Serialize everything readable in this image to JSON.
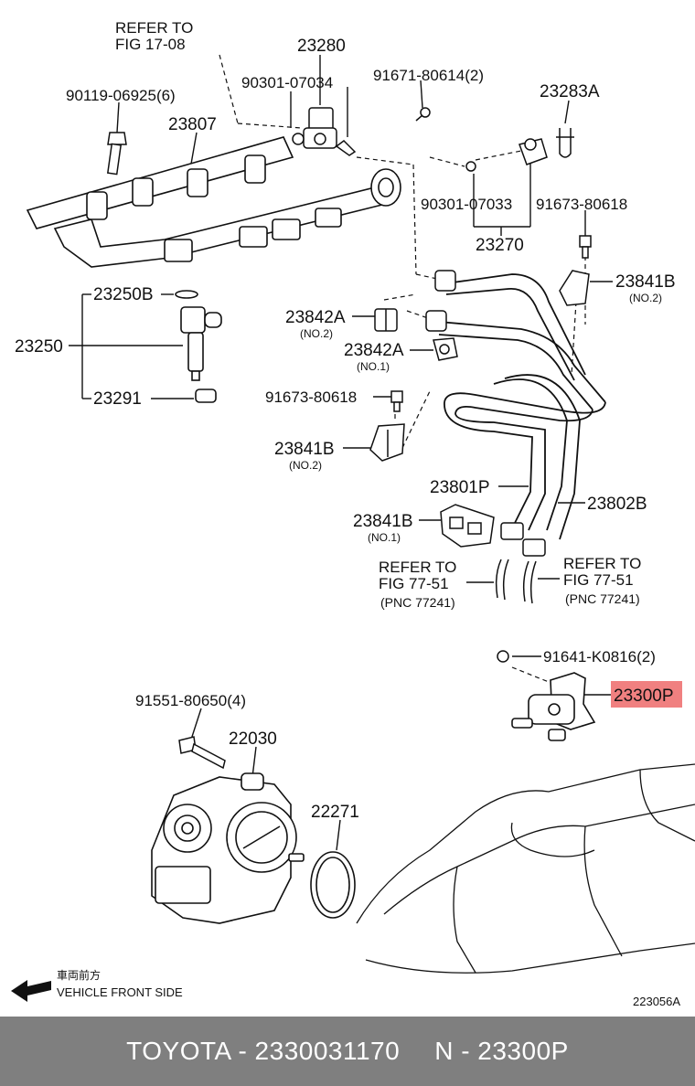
{
  "diagram": {
    "labels": {
      "refer_fig_17": [
        "REFER TO",
        "FIG 17-08"
      ],
      "p23280": "23280",
      "p90301_07034": "90301-07034",
      "p91671": "91671-80614(2)",
      "p23283a": "23283A",
      "p90119": "90119-06925(6)",
      "p23807": "23807",
      "p90301_07033": "90301-07033",
      "p91673_a": "91673-80618",
      "p23270": "23270",
      "p23250b": "23250B",
      "p23250": "23250",
      "p23291": "23291",
      "p23842a_no2": "23842A",
      "sub_no2_a": "(NO.2)",
      "p23842a_no1": "23842A",
      "sub_no1_a": "(NO.1)",
      "p23841b_r": "23841B",
      "sub_no2_r": "(NO.2)",
      "p91673_b": "91673-80618",
      "p23841b_no2": "23841B",
      "sub_no2_b": "(NO.2)",
      "p23801p": "23801P",
      "p23802b": "23802B",
      "p23841b_no1": "23841B",
      "sub_no1_b": "(NO.1)",
      "refer_77_left": [
        "REFER TO",
        "FIG 77-51",
        "(PNC 77241)"
      ],
      "refer_77_right": [
        "REFER TO",
        "FIG 77-51",
        "(PNC 77241)"
      ],
      "p91641": "91641-K0816(2)",
      "p23300p": "23300P",
      "p91551": "91551-80650(4)",
      "p22030": "22030",
      "p22271": "22271",
      "front_jp": "車両前方",
      "front_en": "VEHICLE FRONT SIDE",
      "fig_id": "223056A"
    },
    "highlight_color": "#f08080"
  },
  "footer": {
    "brand_part": "TOYOTA - 2330031170",
    "pnc": "N - 23300P"
  }
}
